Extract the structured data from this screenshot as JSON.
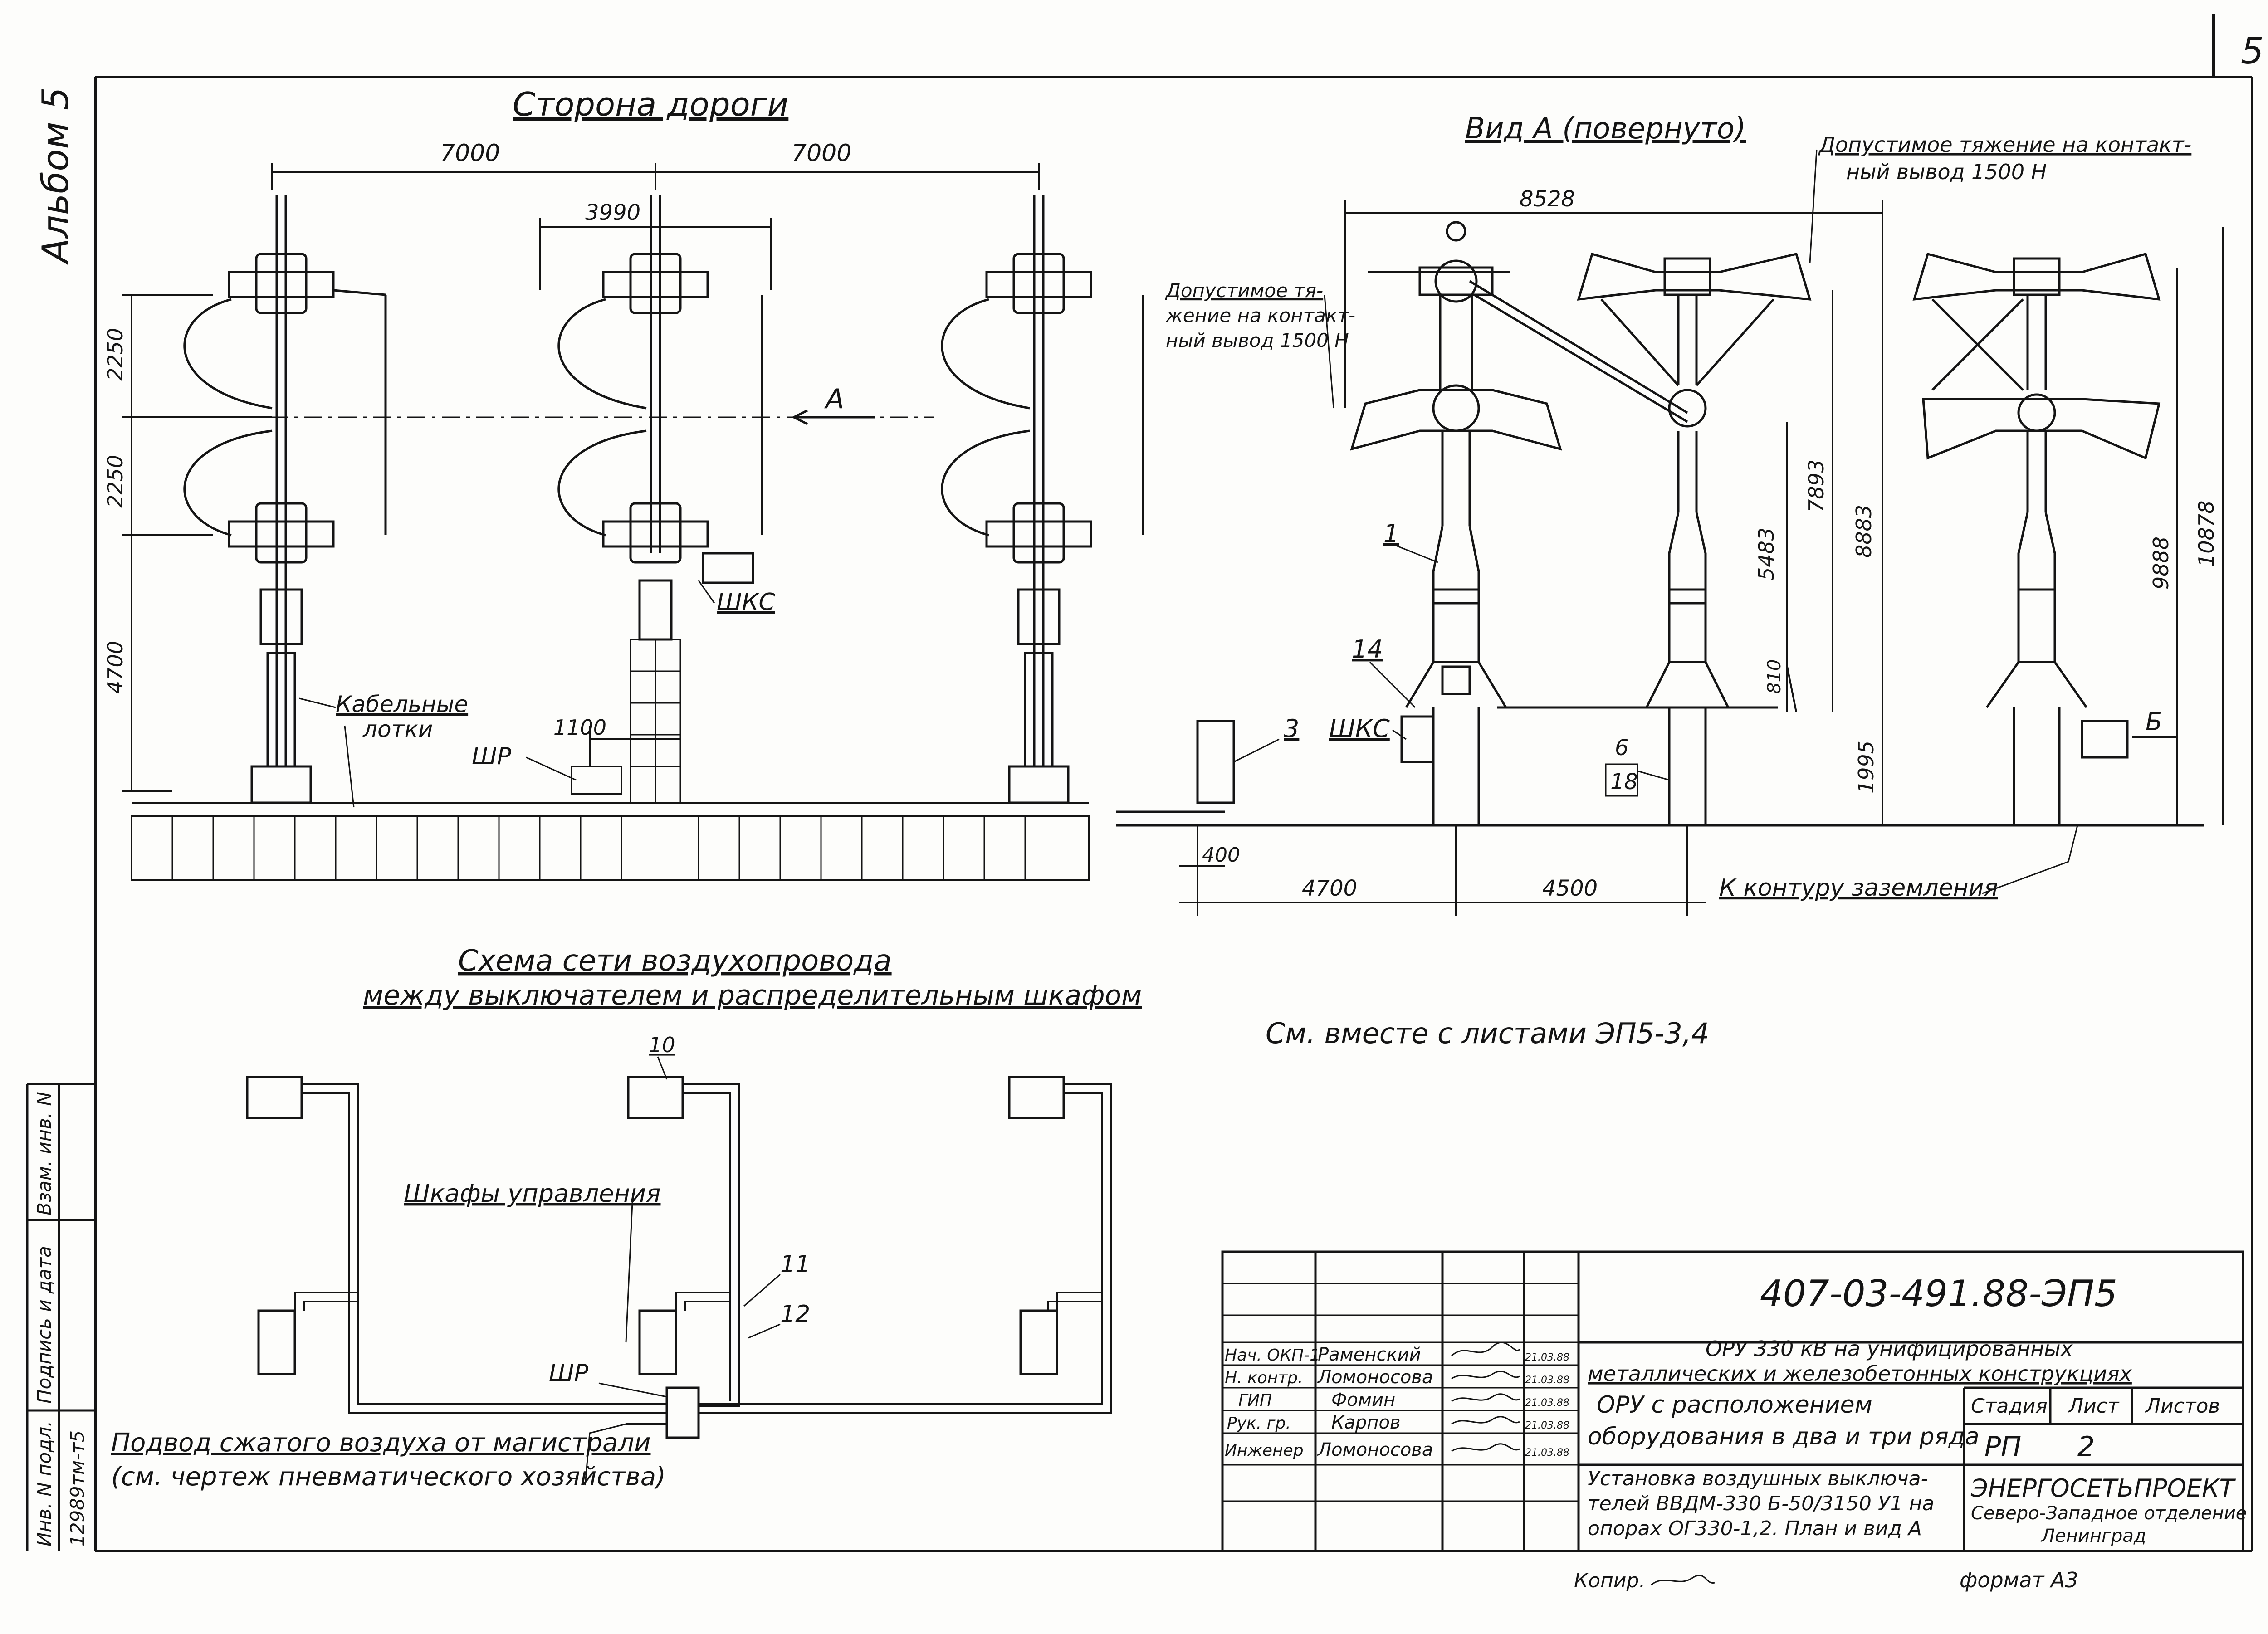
{
  "sheet": {
    "page_number": "5",
    "album": "Альбом 5"
  },
  "plan": {
    "title": "Сторона дороги",
    "dim_span_left": "7000",
    "dim_span_right": "7000",
    "dim_arm": "3990",
    "dim_upper": "2250",
    "dim_lower": "2250",
    "dim_base": "4700",
    "dim_1100": "1100",
    "arrow_a": "А",
    "label_shkc": "ШКС",
    "label_shr": "ШР",
    "label_cable_trays": [
      "Кабельные",
      "лотки"
    ]
  },
  "view_a": {
    "title": "Вид А (повернуто)",
    "allowable_tension_top": [
      "Допустимое тяжение на контакт-",
      "ный вывод 1500 Н"
    ],
    "allowable_tension_left": [
      "Допустимое тя-",
      "жение на контакт-",
      "ный вывод 1500 Н"
    ],
    "dim_8528": "8528",
    "dim_7893": "7893",
    "dim_8883": "8883",
    "dim_5483": "5483",
    "dim_810": "810",
    "dim_1995": "1995",
    "dim_9888": "9888",
    "dim_10878": "10878",
    "dim_400": "400",
    "dim_4700": "4700",
    "dim_4500": "4500",
    "pos_1": "1",
    "pos_14": "14",
    "pos_3": "3",
    "pos_6": "6",
    "pos_18": "18",
    "label_shkc": "ШКС",
    "label_b": "Б",
    "grounding": "К контуру заземления"
  },
  "air_scheme": {
    "title_line1": "Схема сети воздухопровода",
    "title_line2": "между выключателем и распределительным шкафом",
    "control_cabinets": "Шкафы управления",
    "pos_10": "10",
    "pos_11": "11",
    "pos_12": "12",
    "label_shr": "ШР",
    "supply_line1": "Подвод сжатого воздуха от магистрали",
    "supply_line2": "(см. чертеж пневматического хозяйства)"
  },
  "note": "См. вместе с листами ЭП5-3,4",
  "title_block": {
    "code": "407-03-491.88-ЭП5",
    "project_line1": "ОРУ 330 кВ на унифицированных",
    "project_line2": "металлических и железобетонных конструкциях",
    "subtitle_line1": "ОРУ с расположением",
    "subtitle_line2": "оборудования в два и три ряда",
    "sheet_title": [
      "Установка воздушных выключа-",
      "телей ВВДМ-330 Б-50/3150 У1 на",
      "опорах ОГ330-1,2. План и вид А"
    ],
    "stage_hdr": "Стадия",
    "sheet_hdr": "Лист",
    "sheets_hdr": "Листов",
    "stage": "РП",
    "sheet": "2",
    "org_line1": "ЭНЕРГОСЕТЬПРОЕКТ",
    "org_line2": "Северо-Западное отделение",
    "org_line3": "Ленинград",
    "staff": [
      {
        "role": "Нач. ОКП-1",
        "name": "Раменский",
        "date": "21.03.88"
      },
      {
        "role": "Н. контр.",
        "name": "Ломоносова",
        "date": "21.03.88"
      },
      {
        "role": "ГИП",
        "name": "Фомин",
        "date": "21.03.88"
      },
      {
        "role": "Рук. гр.",
        "name": "Карпов",
        "date": "21.03.88"
      },
      {
        "role": "Инженер",
        "name": "Ломоносова",
        "date": "21.03.88"
      }
    ],
    "copied": "Копир.",
    "format": "формат А3"
  },
  "side_stamp": {
    "inv_orig": "Инв. N подл.",
    "sign_date": "Подпись и дата",
    "inv_repl": "Взам. инв. N",
    "inv_number": "12989тм-т5"
  }
}
